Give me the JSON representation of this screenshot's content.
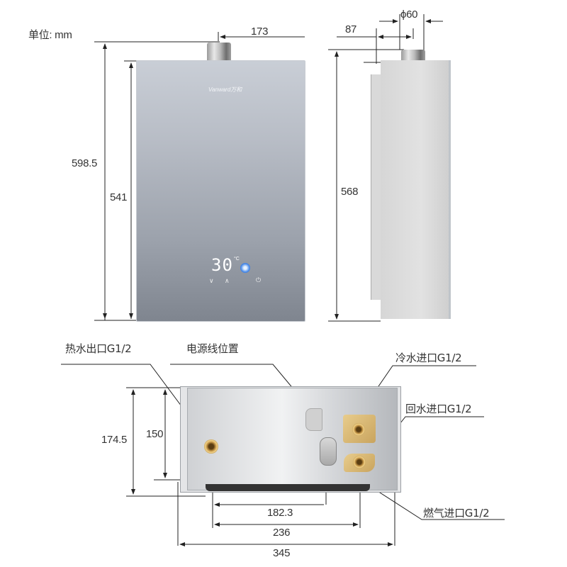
{
  "unit_label": "单位: mm",
  "front_view": {
    "brand_logo": "Vanward万和",
    "display": {
      "temperature": "30",
      "unit": "°C"
    },
    "dimensions": {
      "total_height": "598.5",
      "body_height": "541",
      "flue_offset": "173"
    }
  },
  "side_view": {
    "dimensions": {
      "height": "568",
      "flue_depth_offset": "87",
      "flue_diameter": "ϕ60"
    }
  },
  "bottom_view": {
    "callouts": {
      "hot_water_outlet": "热水出口G1/2",
      "power_cord_position": "电源线位置",
      "cold_water_inlet": "冷水进口G1/2",
      "return_water_inlet": "回水进口G1/2",
      "gas_inlet": "燃气进口G1/2"
    },
    "dimensions": {
      "depth_total": "174.5",
      "depth_pipe": "150",
      "hot_to_gas": "182.3",
      "hot_to_return": "236",
      "total_width": "345"
    }
  }
}
